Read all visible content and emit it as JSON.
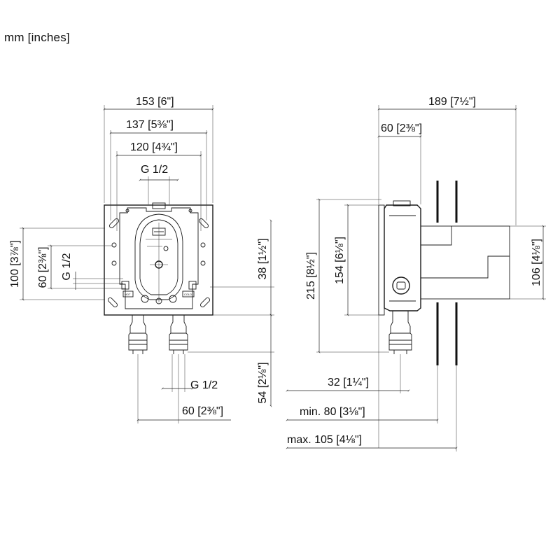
{
  "units": "mm [inches]",
  "front": {
    "dims": {
      "w153": "153 [6\"]",
      "w137": "137 [5⅜\"]",
      "w120": "120 [4¾\"]",
      "thread_top": "G 1/2",
      "h100": "100 [3⅞\"]",
      "h60": "60 [2⅜\"]",
      "thread_left": "G 1/2",
      "h38": "38 [1½\"]",
      "h54": "54 [2⅛\"]",
      "thread_bottom": "G 1/2",
      "w60": "60 [2⅜\"]"
    },
    "marks": {
      "hot": "HOT",
      "cold": "COLD"
    }
  },
  "side": {
    "dims": {
      "w189": "189 [7½\"]",
      "w60": "60 [2⅜\"]",
      "h154": "154 [6⅛\"]",
      "h215": "215 [8½\"]",
      "h106": "106 [4⅛\"]",
      "d32": "32 [1¼\"]",
      "min80": "min. 80 [3⅛\"]",
      "max105": "max. 105 [4⅛\"]"
    }
  }
}
